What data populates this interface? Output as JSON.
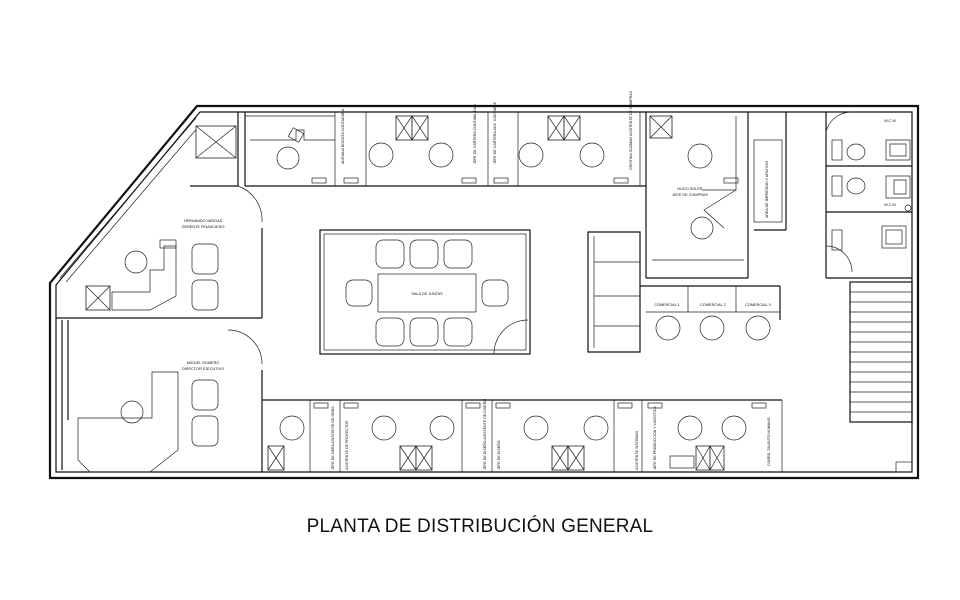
{
  "title": "PLANTA DE DISTRIBUCIÓN GENERAL",
  "rooms": {
    "sala_juntas": "SALA DE JUNTAS",
    "comercial_1": "COMERCIAL 1",
    "comercial_2": "COMERCIAL 2",
    "comercial_3": "COMERCIAL 3",
    "wcw": "W.C.W",
    "wcm": "W.C.M",
    "impresion": "AREA DE IMPRESION Y ARCHIVO"
  },
  "offices": {
    "financiero_name": "HERNANDO VARGAS",
    "financiero_role": "GERENTE FINANCIERO",
    "ejecutivo_name": "MIGUEL ROMERO",
    "ejecutivo_role": "DIRECTOR EJECUTIVO",
    "compras_name": "HUGO SOLER",
    "compras_role": "JEFE DE COMPRAS"
  },
  "desk_labels": {
    "top_1": "ADRIANA BOGOTA CONTADORA",
    "top_2": "JEFE DE CARTERA CONTABILIDAD",
    "top_3": "JEFE DE CARTERA AUX. CONTABLE",
    "top_4": "CRISTINA GUZMAN ASISTENTE DE COMPRAS",
    "bot_1": "JEFE DE OBRA ASISTENTE DE OBRA",
    "bot_2": "ASISTENTE DE PROYECTOS",
    "bot_3": "JEFE DE DISEÑO ASISTENTE DE DISEÑO",
    "bot_4": "JEFE DE DISEÑO",
    "bot_5": "ASISTENTE SISTEMAS",
    "bot_6": "JEFE DE PRODUCCION Y LOGISTICA",
    "bot_7": "COORD. TALENTO HUMANO"
  }
}
